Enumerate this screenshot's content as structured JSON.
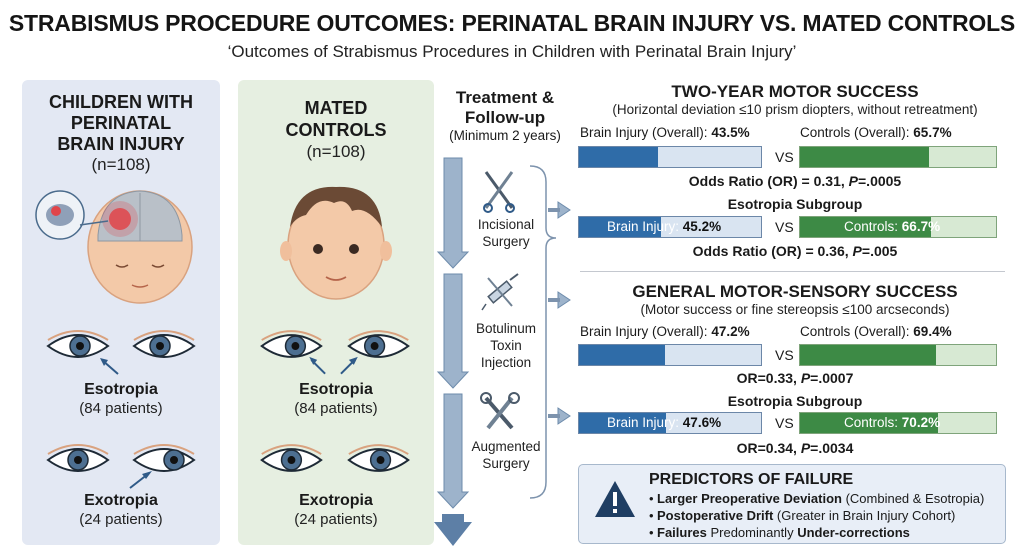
{
  "header": {
    "title": "STRABISMUS PROCEDURE OUTCOMES: PERINATAL BRAIN INJURY VS. MATED CONTROLS",
    "subtitle": "‘Outcomes of Strabismus Procedures in Children with Perinatal Brain Injury’"
  },
  "brain_panel": {
    "heading_1": "CHILDREN WITH",
    "heading_2": "PERINATAL",
    "heading_3": "BRAIN INJURY",
    "n": "(n=108)",
    "esotropia": {
      "name": "Esotropia",
      "count": "(84 patients)"
    },
    "exotropia": {
      "name": "Exotropia",
      "count": "(24 patients)"
    }
  },
  "control_panel": {
    "heading_1": "MATED",
    "heading_2": "CONTROLS",
    "n": "(n=108)",
    "esotropia": {
      "name": "Esotropia",
      "count": "(84 patients)"
    },
    "exotropia": {
      "name": "Exotropia",
      "count": "(24 patients)"
    }
  },
  "treatment": {
    "heading_1": "Treatment &",
    "heading_2": "Follow-up",
    "minimum": "(Minimum 2 years)",
    "items": [
      {
        "line1": "Incisional",
        "line2": "Surgery",
        "line3": "",
        "icon": "scalpel-scissors-icon"
      },
      {
        "line1": "Botulinum",
        "line2": "Toxin",
        "line3": "Injection",
        "icon": "syringe-icon"
      },
      {
        "line1": "Augmented",
        "line2": "Surgery",
        "line3": "",
        "icon": "tools-icon"
      }
    ]
  },
  "motor": {
    "title": "TWO-YEAR MOTOR SUCCESS",
    "subtitle": "(Horizontal deviation ≤10 prism diopters, without retreatment)",
    "brain_label": "Brain Injury (Overall):",
    "brain_value": "43.5%",
    "control_label": "Controls (Overall):",
    "control_value": "65.7%",
    "vs": "VS",
    "or_text": "Odds Ratio (OR) = 0.31, ",
    "p_label": "P",
    "p_value": "=.0005",
    "sub_title": "Esotropia Subgroup",
    "sub_brain_label": "Brain Injury:",
    "sub_brain_value": "45.2%",
    "sub_control_label": "Controls:",
    "sub_control_value": "66.7%",
    "sub_vs": "VS",
    "sub_or_text": "Odds Ratio (OR) = 0.36, ",
    "sub_p_label": "P",
    "sub_p_value": "=.005"
  },
  "sensory": {
    "title": "GENERAL MOTOR-SENSORY SUCCESS",
    "subtitle": "(Motor success or fine stereopsis ≤100 arcseconds)",
    "brain_label": "Brain Injury (Overall):",
    "brain_value": "47.2%",
    "control_label": "Controls (Overall):",
    "control_value": "69.4%",
    "vs": "VS",
    "or_text": "OR=0.33, ",
    "p_label": "P",
    "p_value": "=.0007",
    "sub_title": "Esotropia Subgroup",
    "sub_brain_label": "Brain Injury:",
    "sub_brain_value": "47.6%",
    "sub_control_label": "Controls:",
    "sub_control_value": "70.2%",
    "sub_vs": "VS",
    "sub_or_text": "OR=0.34, ",
    "sub_p_label": "P",
    "sub_p_value": "=.0034"
  },
  "predictors": {
    "title": "PREDICTORS OF FAILURE",
    "items": [
      {
        "bold": "Larger Preoperative Deviation",
        "rest": " (Combined & Esotropia)"
      },
      {
        "bold": "Postoperative Drift",
        "rest": " (Greater in Brain Injury Cohort)"
      },
      {
        "bold": "Failures",
        "rest": " Predominantly ",
        "bold2": "Under-corrections"
      }
    ]
  },
  "chart_data": {
    "type": "bar",
    "series": [
      {
        "name": "Brain Injury",
        "values": [
          43.5,
          45.2,
          47.2,
          47.6
        ]
      },
      {
        "name": "Controls",
        "values": [
          65.7,
          66.7,
          69.4,
          70.2
        ]
      }
    ],
    "categories": [
      "TWO-YEAR MOTOR SUCCESS",
      "Esotropia Subgroup",
      "GENERAL MOTOR-SENSORY SUCCESS",
      "Esotropia Subgroup"
    ],
    "ylim": [
      0,
      100
    ]
  },
  "colors": {
    "brain": "#2f6ca8",
    "control": "#3d8a45",
    "arrow": "#5d7fa6"
  }
}
